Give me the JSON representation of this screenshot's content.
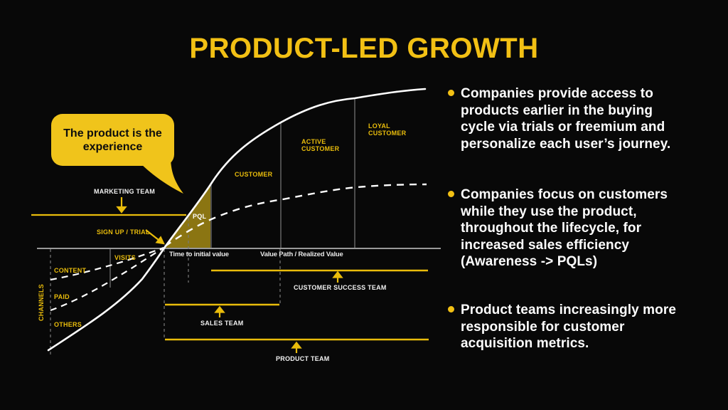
{
  "title": "PRODUCT-LED GROWTH",
  "colors": {
    "background": "#080808",
    "accent_yellow": "#F2C014",
    "label_yellow": "#E9BC0B",
    "pql_fill": "#8B7512",
    "text_white": "#FFFFFF",
    "axis_gray": "#C9C9C9"
  },
  "diagram": {
    "bubble": {
      "text": "The product is the\nexperience"
    },
    "labels": {
      "marketing_team": "MARKETING TEAM",
      "sign_up_trial": "SIGN UP / TRIAL",
      "visits": "VISITS",
      "content": "CONTENT",
      "paid": "PAID",
      "others": "OTHERS",
      "channels": "CHANNELS",
      "pql": "PQL",
      "customer": "CUSTOMER",
      "active_customer": "ACTIVE\nCUSTOMER",
      "loyal_customer": "LOYAL\nCUSTOMER",
      "time_to_initial_value": "Time to initial value",
      "value_path": "Value Path / Realized Value",
      "customer_success_team": "CUSTOMER SUCCESS TEAM",
      "sales_team": "SALES TEAM",
      "product_team": "PRODUCT TEAM"
    }
  },
  "bullets": [
    {
      "text": "Companies provide access to\nproducts earlier in the buying\ncycle via trials or freemium and\npersonalize each user’s journey."
    },
    {
      "text": "Companies focus on customers\nwhile they use the product,\nthroughout the lifecycle, for\nincreased sales efficiency\n(Awareness -> PQLs)"
    },
    {
      "text": "Product teams increasingly more\nresponsible for customer\nacquisition metrics."
    }
  ]
}
